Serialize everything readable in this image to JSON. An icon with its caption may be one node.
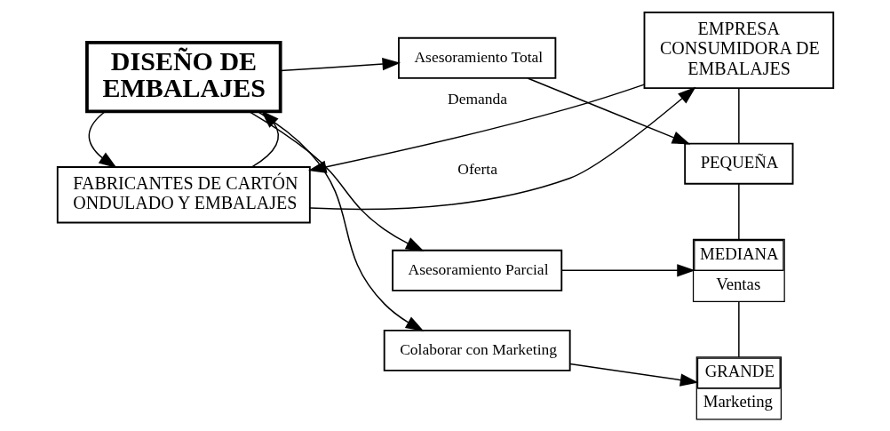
{
  "diagram": {
    "nodes": [
      {
        "text": [
          "FABRICANTES DE CARTÓN ONDULADO Y EMBALAJES"
        ]
      },
      {
        "text": [
          "EMPRESA CONSUMIDORA DE EMBALAJES"
        ]
      },
      {
        "text": [
          "DISEÑO DE EMBALAJES"
        ]
      },
      {
        "text": [
          "Asesoramiento Total"
        ]
      },
      {
        "text": [
          "Asesoramiento Parcial"
        ]
      },
      {
        "text": [
          "Colaborar con Marketing"
        ]
      },
      {
        "text": [
          "PEQUEÑA"
        ]
      },
      {
        "text": [
          "MEDIANA",
          "Ventas"
        ]
      },
      {
        "text": [
          "GRANDE",
          "Marketing"
        ]
      }
    ],
    "edges": [
      {
        "from": 1,
        "to": 0,
        "arrow": "to",
        "label": "Demanda"
      },
      {
        "from": 0,
        "to": 1,
        "arrow": "to",
        "label": "Oferta"
      },
      {
        "from": 0,
        "to": 2,
        "arrow": "to"
      },
      {
        "from": 2,
        "to": 0,
        "arrow": "to"
      },
      {
        "from": 2,
        "to": 3,
        "arrow": "to"
      },
      {
        "from": 2,
        "to": 4,
        "arrow": "to"
      },
      {
        "from": 2,
        "to": 5,
        "arrow": "to"
      },
      {
        "from": 3,
        "to": 6,
        "arrow": "to"
      },
      {
        "from": 4,
        "to": 7,
        "arrow": "to"
      },
      {
        "from": 5,
        "to": 8,
        "arrow": "to"
      },
      {
        "from": 1,
        "to": 6,
        "arrow": "none"
      },
      {
        "from": 6,
        "to": 7,
        "arrow": "none"
      },
      {
        "from": 7,
        "to": 8,
        "arrow": "none"
      }
    ]
  }
}
